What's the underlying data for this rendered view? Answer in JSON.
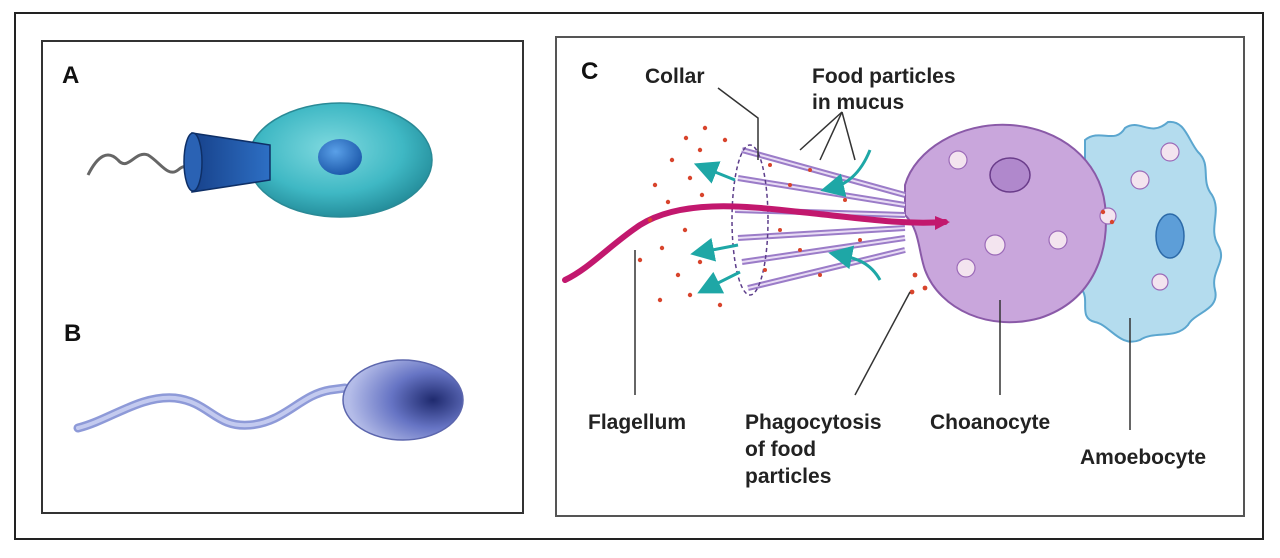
{
  "panels": {
    "a": {
      "letter": "A"
    },
    "b": {
      "letter": "B"
    },
    "c": {
      "letter": "C"
    }
  },
  "labels": {
    "collar": "Collar",
    "food_particles_line1": "Food particles",
    "food_particles_line2": "in mucus",
    "flagellum": "Flagellum",
    "phagocytosis_line1": "Phagocytosis",
    "phagocytosis_line2": "of food",
    "phagocytosis_line3": "particles",
    "choanocyte": "Choanocyte",
    "amoebocyte": "Amoebocyte"
  },
  "colors": {
    "cell_teal": "#3fb8c4",
    "collar_blue": "#1f5aa8",
    "sperm_blue": "#8e9ad8",
    "choanocyte_violet": "#c9a6dc",
    "amoebocyte_blue": "#b4dcee",
    "flagellum_magenta": "#c2186e",
    "arrow_teal": "#1ea7a6",
    "food_red": "#d8442c"
  }
}
